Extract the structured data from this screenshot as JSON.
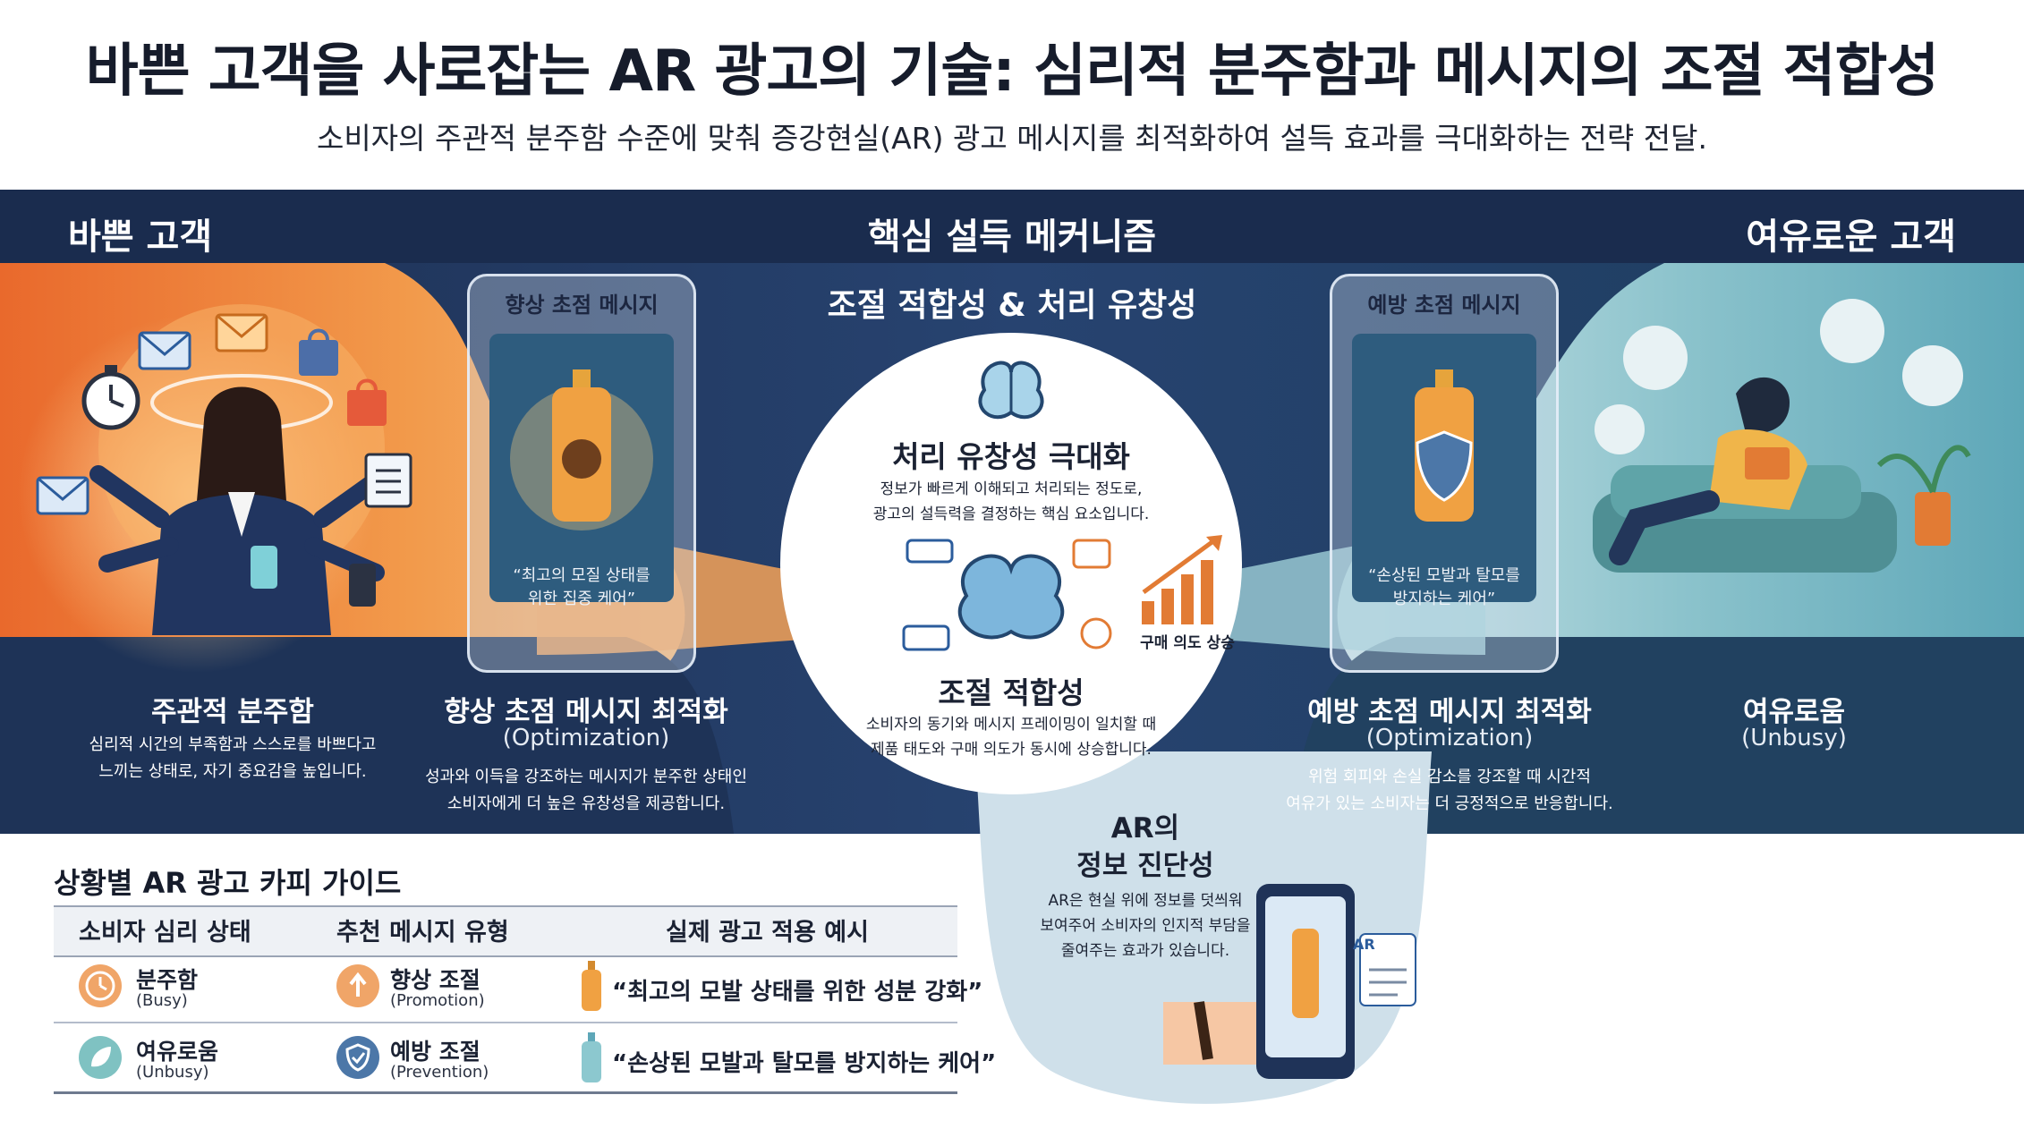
{
  "title": "바쁜 고객을 사로잡는 AR 광고의 기술: 심리적 분주함과 메시지의 조절 적합성",
  "subtitle": "소비자의 주관적 분주함 수준에 맞춰 증강현실(AR) 광고 메시지를 최적화하여 설득 효과를 극대화하는 전략 전달.",
  "band": {
    "left_header": "바쁜 고객",
    "center_header": "핵심 설득 메커니즘",
    "center_sub": "조절 적합성 & 처리 유창성",
    "right_header": "여유로운 고객"
  },
  "busy": {
    "title": "주관적 분주함",
    "desc1": "심리적 시간의 부족함과 스스로를 바쁘다고",
    "desc2": "느끼는 상태로, 자기 중요감을 높입니다."
  },
  "promo_phone": {
    "tag": "향상 초점 메시지",
    "quote1": "“최고의 모질 상태를",
    "quote2": "위한 집중 케어”",
    "title": "향상 초점 메시지 최적화",
    "sub": "(Optimization)",
    "desc1": "성과와 이득을 강조하는 메시지가 분주한 상태인",
    "desc2": "소비자에게 더 높은 유창성을 제공합니다."
  },
  "center": {
    "fluency_title": "처리 유창성 극대화",
    "fluency_desc1": "정보가 빠르게 이해되고 처리되는 정도로,",
    "fluency_desc2": "광고의 설득력을 결정하는 핵심 요소입니다.",
    "fit_title": "조절 적합성",
    "fit_desc1": "소비자의 동기와 메시지 프레이밍이 일치할 때",
    "fit_desc2": "제품 태도와 구매 의도가 동시에 상승합니다.",
    "purchase_label": "구매 의도 상승"
  },
  "prev_phone": {
    "tag": "예방 초점 메시지",
    "quote1": "“손상된 모발과 탈모를",
    "quote2": "방지하는 케어”",
    "title": "예방 초점 메시지 최적화",
    "sub": "(Optimization)",
    "desc1": "위험 회피와 손실 감소를 강조할 때 시간적",
    "desc2": "여유가 있는 소비자는 더 긍정적으로 반응합니다."
  },
  "unbusy": {
    "title": "여유로움",
    "sub": "(Unbusy)"
  },
  "ar": {
    "title1": "AR의",
    "title2": "정보 진단성",
    "desc1": "AR은 현실 위에 정보를 덧씌워",
    "desc2": "보여주어 소비자의 인지적 부담을",
    "desc3": "줄여주는 효과가 있습니다.",
    "badge": "AR"
  },
  "guide": {
    "title": "상황별 AR 광고 카피 가이드",
    "headers": [
      "소비자 심리 상태",
      "추천 메시지 유형",
      "실제 광고 적용 예시"
    ],
    "rows": [
      {
        "state": "분주함",
        "state_en": "(Busy)",
        "type": "향상 조절",
        "type_en": "(Promotion)",
        "example": "“최고의 모발 상태를 위한 성분 강화”"
      },
      {
        "state": "여유로움",
        "state_en": "(Unbusy)",
        "type": "예방 조절",
        "type_en": "(Prevention)",
        "example": "“손상된 모발과 탈모를 방지하는 케어”"
      }
    ]
  },
  "colors": {
    "navy": "#1f3358",
    "orange": "#ef8a3b",
    "teal": "#7fb8c2",
    "light_blue": "#cfe0ea"
  }
}
